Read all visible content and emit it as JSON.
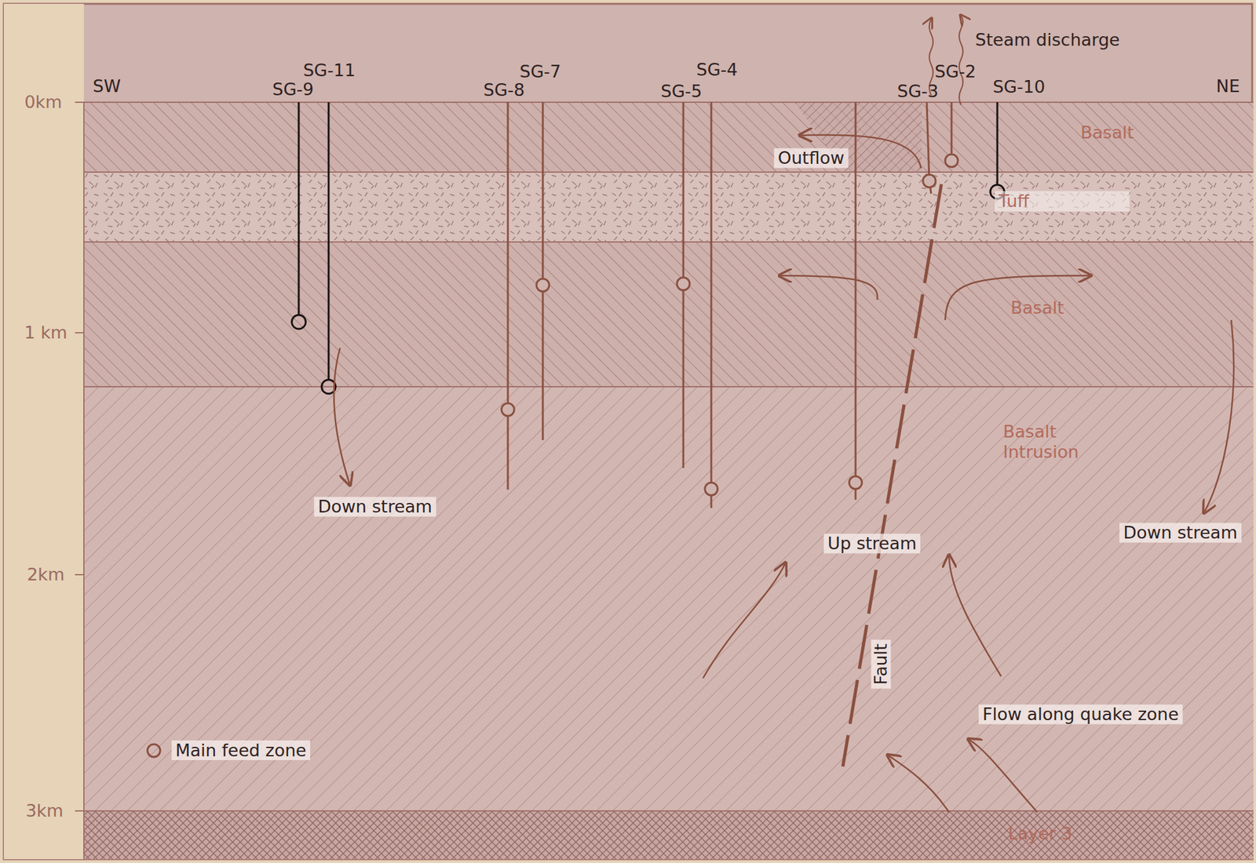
{
  "diagram": {
    "nodes": [
      {
        "text": [
          "Basalt"
        ]
      },
      {
        "text": [
          "Tuff"
        ]
      },
      {
        "text": [
          "Basalt"
        ]
      },
      {
        "text": [
          "Basalt Intrusion"
        ]
      },
      {
        "text": [
          "Layer 3"
        ]
      }
    ],
    "labels": [
      "SW",
      "NE",
      "0km",
      "1 km",
      "2km",
      "3km",
      "SG-9",
      "SG-11",
      "SG-8",
      "SG-7",
      "SG-5",
      "SG-4",
      "SG-3",
      "SG-2",
      "SG-10",
      "Steam discharge",
      "Outflow",
      "Down stream",
      "Up stream",
      "Down stream",
      "Fault",
      "Flow along quake zone"
    ],
    "legend": [
      {
        "text": "Main feed zone"
      }
    ]
  }
}
